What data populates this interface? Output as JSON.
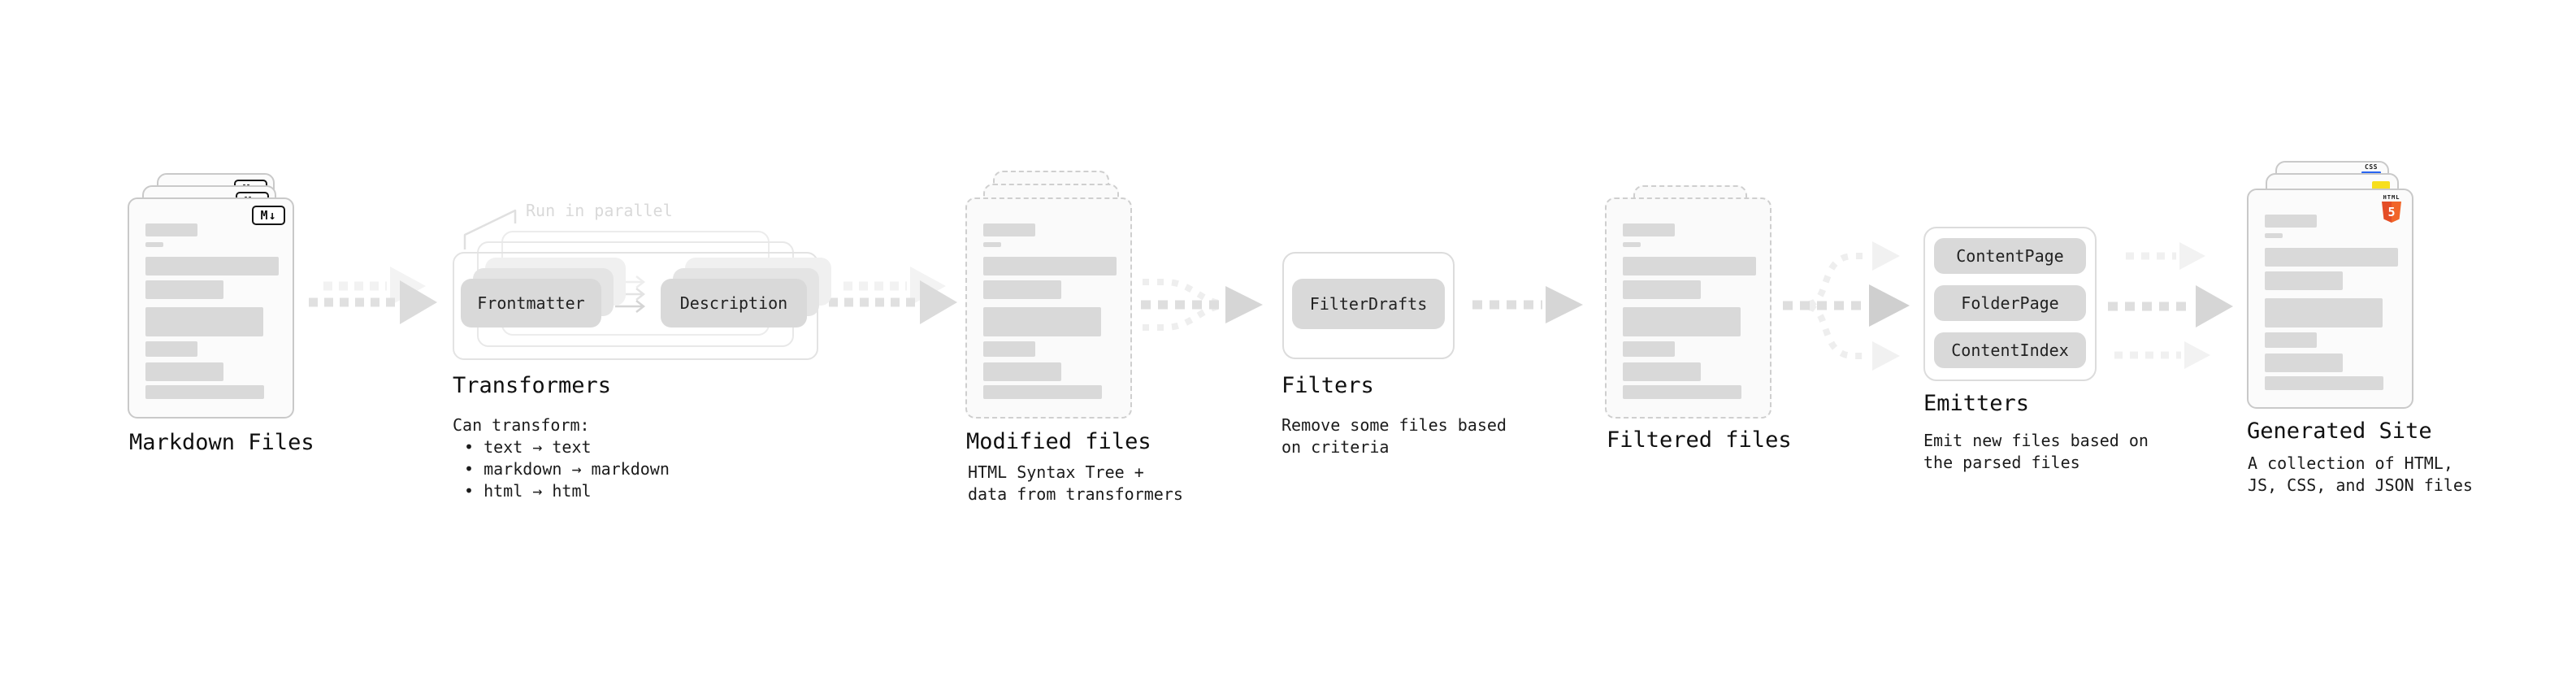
{
  "stages": {
    "markdown": {
      "title": "Markdown Files",
      "badge": "M↓"
    },
    "transformers": {
      "title": "Transformers",
      "annotation": "Run in parallel",
      "pill_frontmatter": "Frontmatter",
      "pill_description": "Description",
      "desc": [
        "Can transform:",
        "• text → text",
        "• markdown → markdown",
        "• html → html"
      ]
    },
    "modified": {
      "title": "Modified files",
      "desc": [
        "HTML Syntax Tree +",
        "data from transformers"
      ]
    },
    "filters": {
      "title": "Filters",
      "pill": "FilterDrafts",
      "desc": [
        "Remove some files based",
        "on criteria"
      ]
    },
    "filtered": {
      "title": "Filtered files"
    },
    "emitters": {
      "title": "Emitters",
      "pills": [
        "ContentPage",
        "FolderPage",
        "ContentIndex"
      ],
      "desc": [
        "Emit new files based on",
        "the parsed files"
      ]
    },
    "generated": {
      "title": "Generated Site",
      "badge_css": "CSS",
      "badge_html_label": "HTML",
      "badge_html_number": "5",
      "desc": [
        "A collection of HTML,",
        "JS, CSS, and JSON files"
      ]
    }
  },
  "colors": {
    "css_blue": "#2965f1",
    "js_yellow": "#f7df1e",
    "html5_orange_left": "#e44d26",
    "html5_orange_right": "#f16529"
  }
}
